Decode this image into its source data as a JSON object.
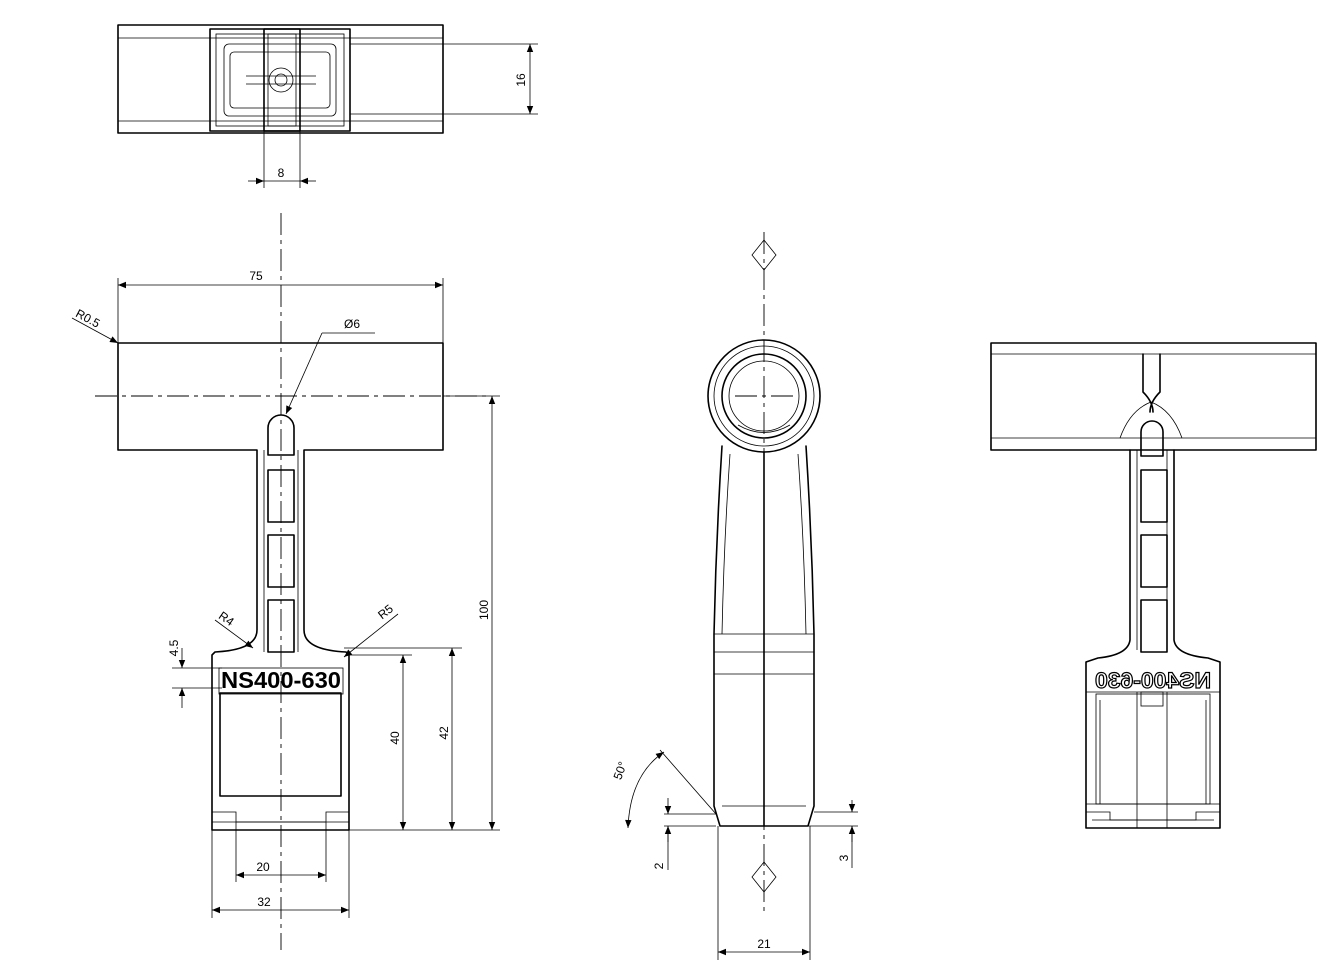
{
  "drawing": {
    "part_label": "NS400-630",
    "dimensions": {
      "top_height": "16",
      "top_width": "8",
      "overall_width": "75",
      "corner_radius": "R0.5",
      "hole_diameter": "Ø6",
      "radius_left": "R4",
      "radius_right": "R5",
      "label_height": "4.5",
      "overall_height": "100",
      "height_42": "42",
      "height_40": "40",
      "bottom_20": "20",
      "bottom_32": "32",
      "angle": "50°",
      "side_2": "2",
      "side_3": "3",
      "side_width": "21"
    }
  }
}
